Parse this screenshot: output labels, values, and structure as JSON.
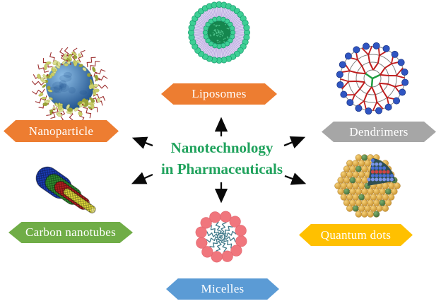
{
  "center": {
    "line1": "Nanotechnology",
    "line2": "in Pharmaceuticals",
    "color": "#1FA25C"
  },
  "arrow_color": "#0a0a0a",
  "nodes": {
    "liposomes": {
      "label": "Liposomes",
      "color": "#ED7D31"
    },
    "nanoparticle": {
      "label": "Nanoparticle",
      "color": "#ED7D31"
    },
    "dendrimers": {
      "label": "Dendrimers",
      "color": "#A6A6A6"
    },
    "carbon_nanotubes": {
      "label": "Carbon nanotubes",
      "color": "#70AD47"
    },
    "quantum_dots": {
      "label": "Quantum dots",
      "color": "#FFC000"
    },
    "micelles": {
      "label": "Micelles",
      "color": "#5B9BD5"
    }
  },
  "illustrations": {
    "liposome": {
      "bead": "#3ECF95",
      "bead_edge": "#15996B",
      "band": "#DCD3F0",
      "bristle": "#B29BDB",
      "core": "#15864E",
      "core_speckle": "#5ACD97"
    },
    "nanoparticle": {
      "sphere_light": "#8FC0E8",
      "sphere_dark": "#1D4F8A",
      "coat": "#C9CC67",
      "coat_light": "#DADD92",
      "coat_dark": "#99A238",
      "tip": "#9C2F2F"
    },
    "dendrimer": {
      "ring": "#7F7F7F",
      "branch": "#BF1D1D",
      "core_branch": "#1F9E40",
      "dot": "#2F55C2",
      "dot_edge": "#203A8A"
    },
    "carbon_nanotubes": {
      "tube1": "#1B3DB8",
      "tube2": "#2F8F2F",
      "tube3": "#B51F1F",
      "tube4": "#E3DC3C"
    },
    "quantum_dots": {
      "bead_gold_light": "#F6D27A",
      "bead_gold_dark": "#C8912E",
      "bead_gold_edge": "#A8761F",
      "bead_green_light": "#7FAF6E",
      "bead_green_dark": "#3F6B38",
      "cut_bg": "#2F4F52",
      "cut_bead": "#4A6FD4",
      "cut_bead_alt": "#7B96E8",
      "cut_bead_red": "#CC4444"
    },
    "micelles": {
      "head": "#F0767D",
      "head_edge": "#E0636C",
      "tail": "#417A8A"
    }
  }
}
